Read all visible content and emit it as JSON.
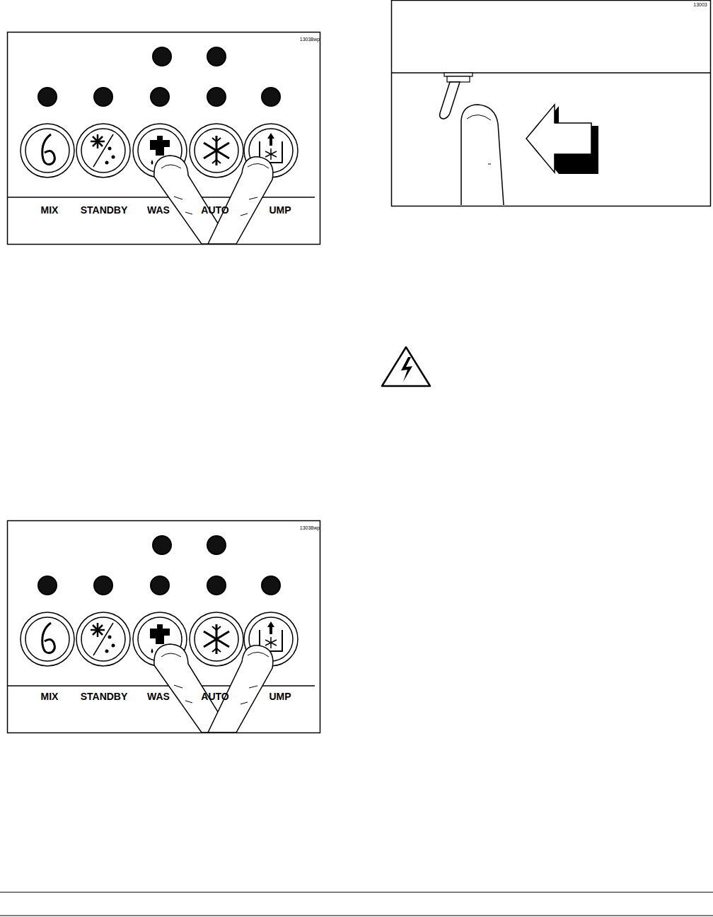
{
  "diagram": {
    "labels": [
      "13038wp",
      "MIX",
      "STANDBY",
      "WAS",
      "AUTO",
      "UMP",
      "13038wp",
      "MIX",
      "STANDBY",
      "WAS",
      "AUTO",
      "UMP",
      "13003"
    ]
  }
}
